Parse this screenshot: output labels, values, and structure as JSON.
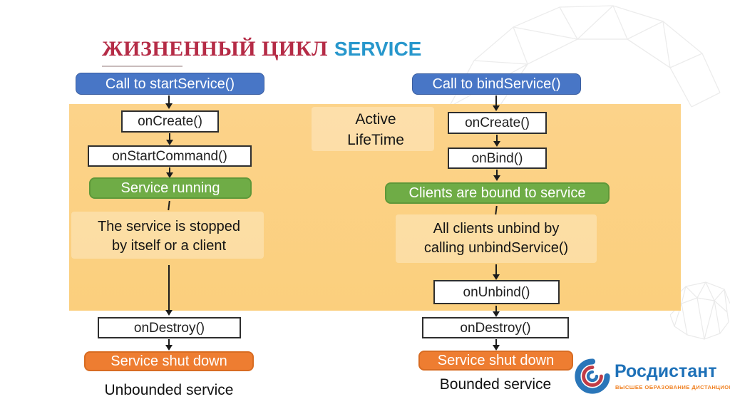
{
  "slide": {
    "title": {
      "main": "ЖИЗНЕННЫЙ ЦИКЛ",
      "accent": "SERVICE"
    },
    "active_lifetime": {
      "line1": "Active",
      "line2": "LifeTime"
    }
  },
  "left_flow": {
    "start": "Call to startService()",
    "create": "onCreate()",
    "command": "onStartCommand()",
    "running": "Service running",
    "stop_line1": "The service is stopped",
    "stop_line2": "by itself or a client",
    "destroy": "onDestroy()",
    "shutdown": "Service shut down",
    "caption": "Unbounded service"
  },
  "right_flow": {
    "start": "Call to bindService()",
    "create": "onCreate()",
    "bind": "onBind()",
    "running": "Clients are bound to service",
    "stop_line1": "All clients unbind by",
    "stop_line2": "calling unbindService()",
    "unbind": "onUnbind()",
    "destroy": "onDestroy()",
    "shutdown": "Service shut down",
    "caption": "Bounded service"
  },
  "logo": {
    "name": "Росдистант",
    "tagline": "ВЫСШЕЕ ОБРАЗОВАНИЕ ДИСТАНЦИОННО",
    "icon": "globe-swirl-icon"
  },
  "colors": {
    "title_red": "#B52B46",
    "title_blue": "#2797CC",
    "panel_orange": "#FBD184",
    "call_blue": "#4876C6",
    "running_green": "#6FAC46",
    "shutdown_orange": "#EE7D31",
    "logo_blue": "#1E71B8",
    "logo_orange": "#F08122"
  }
}
